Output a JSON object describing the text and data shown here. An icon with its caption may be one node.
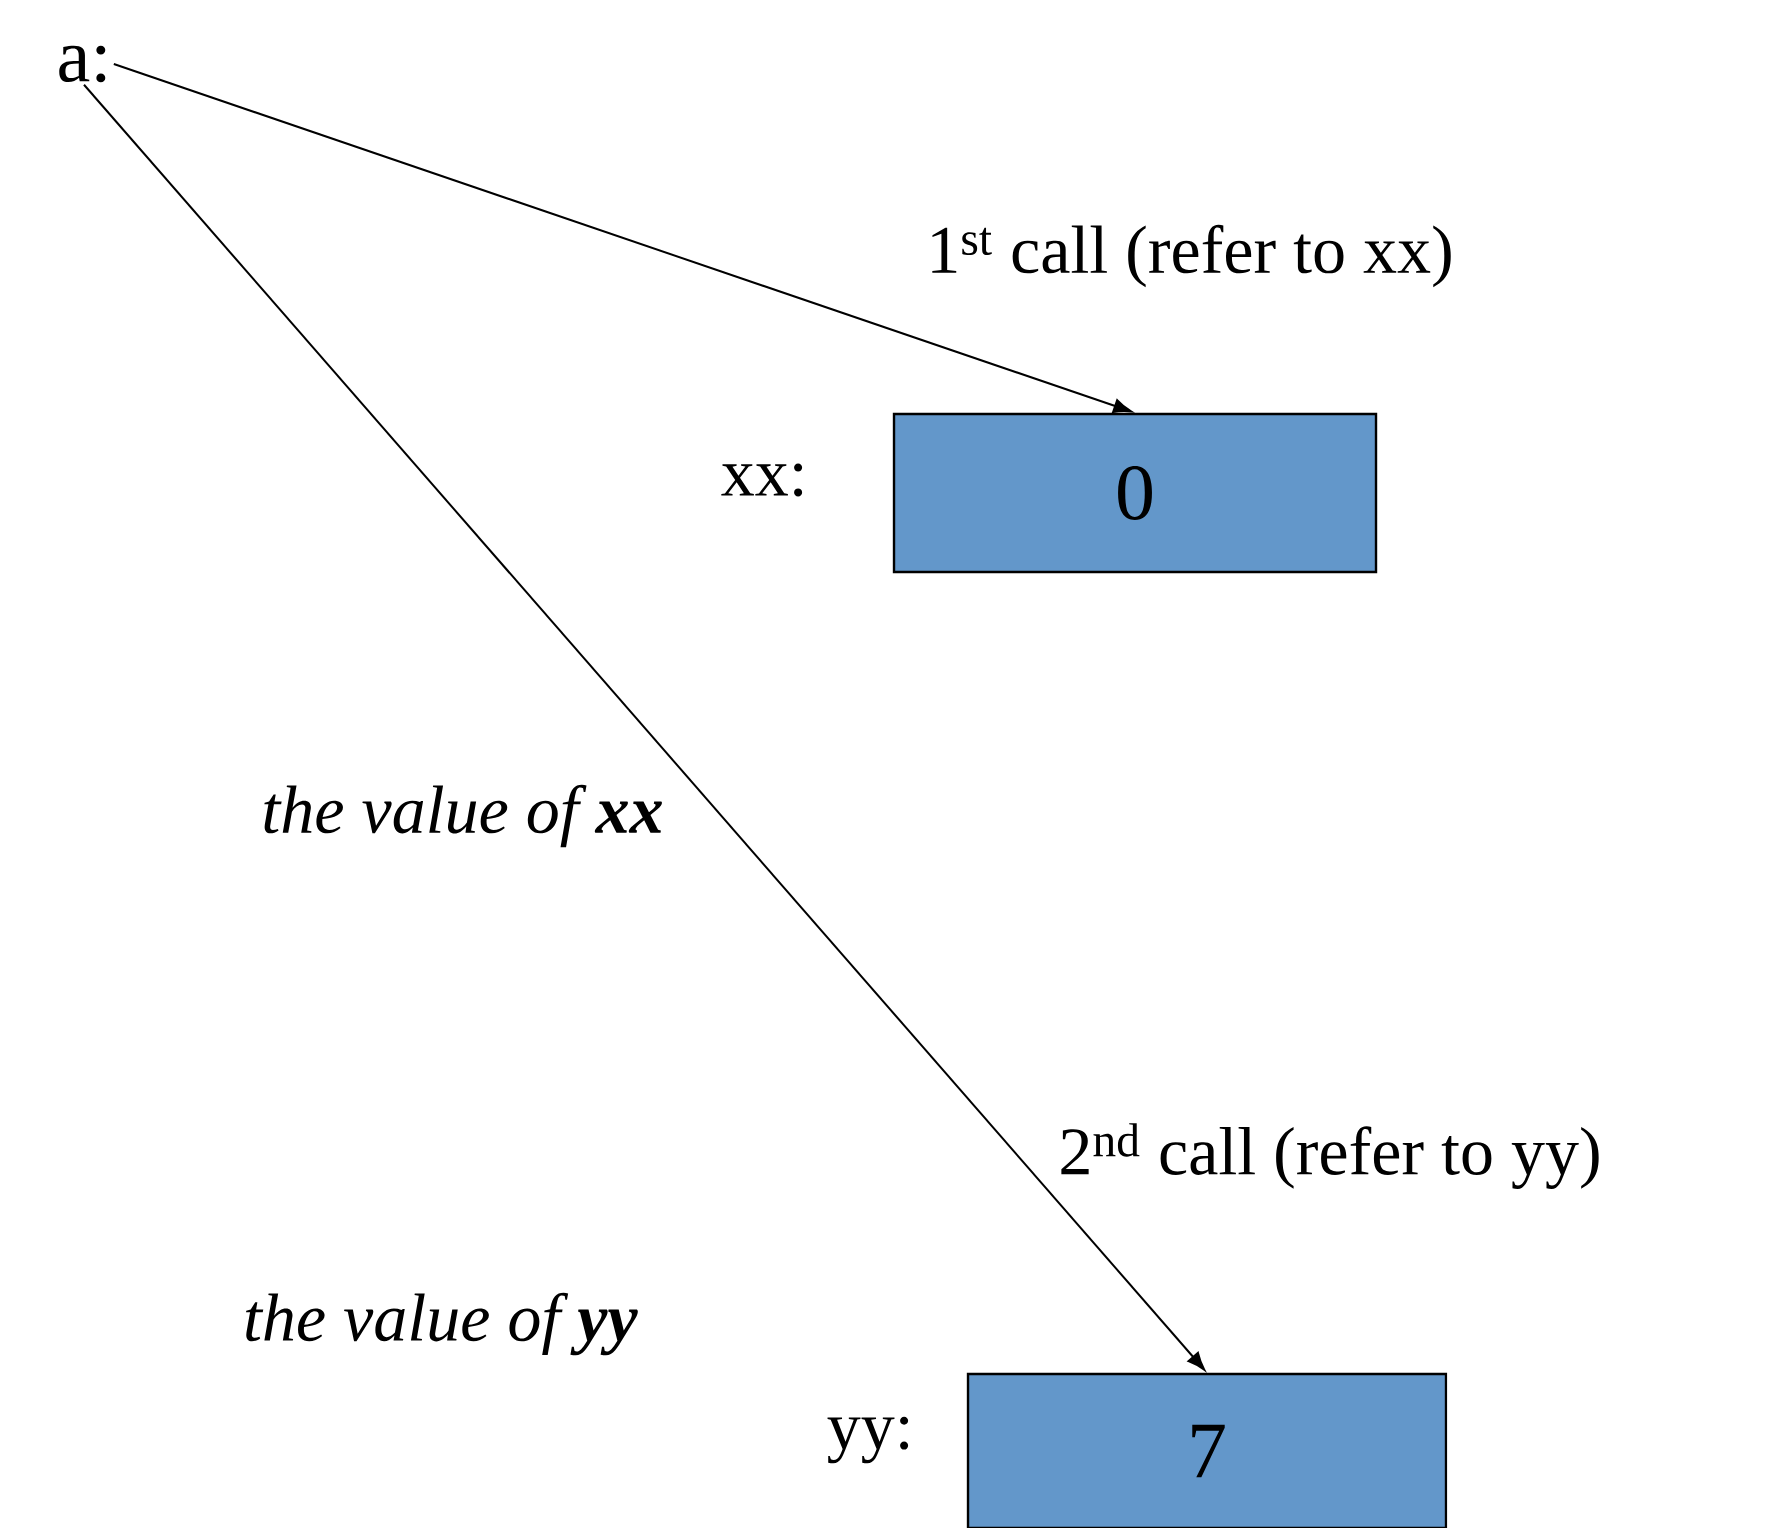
{
  "diagram": {
    "nodes": [
      {
        "text": [
          "a:"
        ]
      },
      {
        "text": [
          "0"
        ],
        "beside": [
          "xx:"
        ]
      },
      {
        "text": [
          "7"
        ],
        "beside": [
          "yy:"
        ]
      }
    ],
    "edges": [
      {
        "from": 0,
        "to": 1,
        "arrow": "to",
        "label": "1$^{st}$ call (refer to xx)"
      },
      {
        "from": 0,
        "to": 2,
        "arrow": "to",
        "label": "2$^{nd}$ call (refer to yy)"
      }
    ],
    "labels": [
      "the value of **xx**",
      "the value of **yy**"
    ]
  }
}
